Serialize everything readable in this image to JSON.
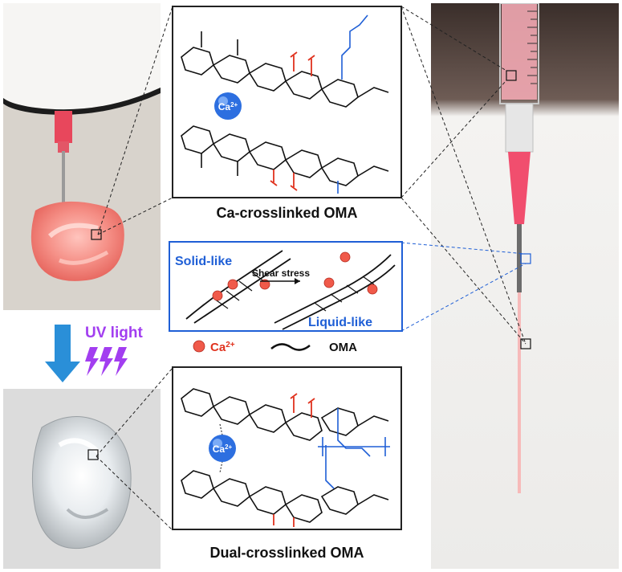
{
  "panels": {
    "top_caption": "Ca-crosslinked OMA",
    "bottom_caption": "Dual-crosslinked OMA",
    "ion_label": "Ca",
    "ion_charge": "2+"
  },
  "shear_box": {
    "solid_label": "Solid-like",
    "liquid_label": "Liquid-like",
    "arrow_label": "Shear stress"
  },
  "legend": {
    "ion_label": "Ca",
    "ion_charge": "2+",
    "polymer_label": "OMA"
  },
  "uv": {
    "label": "UV light"
  },
  "colors": {
    "accent_blue": "#1f5fd6",
    "red_group": "#e0321e",
    "uv_purple": "#a23ef0",
    "arrow_blue": "#2a8fd8",
    "ion_sphere": "#2d6fe0",
    "ca_ball": "#f05a4a"
  }
}
